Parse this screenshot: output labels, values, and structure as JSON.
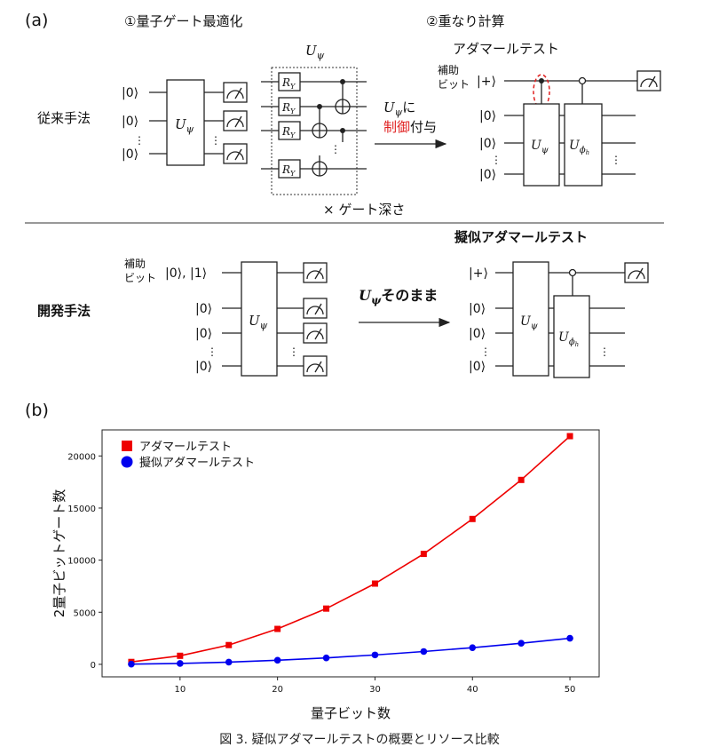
{
  "panel_a": {
    "label": "(a)",
    "step1": "①量子ゲート最適化",
    "step2": "②重なり計算",
    "conventional": "従来手法",
    "proposed": "開発手法",
    "ket0": "|0⟩",
    "ket_plus": "|+⟩",
    "ket01": "|0⟩, |1⟩",
    "vdots": "⋮",
    "ancilla_line1": "補助",
    "ancilla_line2": "ビット",
    "u_psi": "U",
    "psi_sub": "ψ",
    "u_phi": "U",
    "phi_sub": "ϕ",
    "h_sub": "h",
    "ry": "R",
    "y_sub": "Y",
    "ni": "に",
    "control_red": "制御",
    "attach": "付与",
    "times_depth": "× ゲート深さ",
    "hadamard_test": "アダマールテスト",
    "pseudo_hadamard_test": "擬似アダマールテスト",
    "as_is": "そのまま"
  },
  "panel_b": {
    "label": "(b)"
  },
  "chart_data": {
    "type": "line",
    "xlabel": "量子ビット数",
    "ylabel": "2量子ビットゲート数",
    "xlim": [
      2,
      53
    ],
    "ylim": [
      -1200,
      22500
    ],
    "xticks": [
      10,
      20,
      30,
      40,
      50
    ],
    "yticks": [
      0,
      5000,
      10000,
      15000,
      20000
    ],
    "grid": false,
    "legend": "top-left",
    "x": [
      5,
      10,
      15,
      20,
      25,
      30,
      35,
      40,
      45,
      50
    ],
    "series": [
      {
        "name": "アダマールテスト",
        "color": "#ee0000",
        "marker": "square",
        "values": [
          230,
          820,
          1850,
          3400,
          5350,
          7750,
          10600,
          13950,
          17700,
          21900
        ]
      },
      {
        "name": "擬似アダマールテスト",
        "color": "#0000ee",
        "marker": "circle",
        "values": [
          20,
          80,
          210,
          390,
          620,
          900,
          1230,
          1600,
          2020,
          2500
        ]
      }
    ]
  },
  "caption": "図 3. 疑似アダマールテストの概要とリソース比較"
}
